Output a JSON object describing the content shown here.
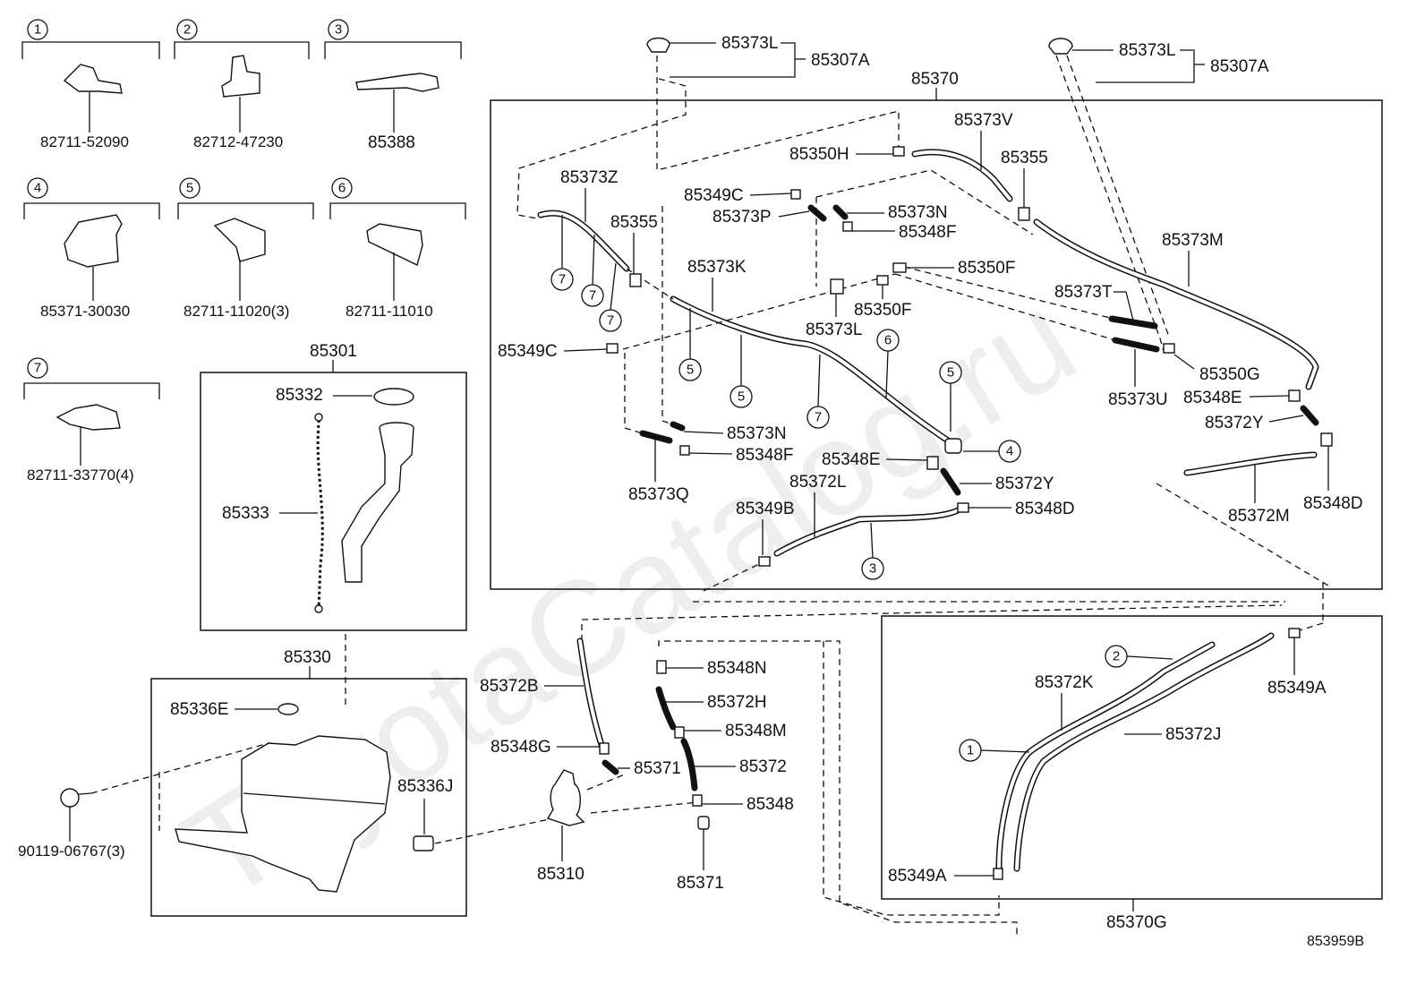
{
  "watermark": "ToyotaCatalog.ru",
  "figure_code": "853959B",
  "legend": [
    {
      "num": "1",
      "part": "82711-52090"
    },
    {
      "num": "2",
      "part": "82712-47230"
    },
    {
      "num": "3",
      "part": "85388"
    },
    {
      "num": "4",
      "part": "85371-30030"
    },
    {
      "num": "5",
      "part": "82711-11020(3)"
    },
    {
      "num": "6",
      "part": "82711-11010"
    },
    {
      "num": "7",
      "part": "82711-33770(4)"
    }
  ],
  "labels": {
    "l85373L_a": "85373L",
    "l85307A_a": "85307A",
    "l85373L_b": "85373L",
    "l85307A_b": "85307A",
    "l85370": "85370",
    "l85373V": "85373V",
    "l85350H": "85350H",
    "l85355_a": "85355",
    "l85373Z": "85373Z",
    "l85355_b": "85355",
    "l85349C_a": "85349C",
    "l85373P": "85373P",
    "l85373N_a": "85373N",
    "l85348F_a": "85348F",
    "l85373M": "85373M",
    "l85373K": "85373K",
    "l85350F_a": "85350F",
    "l85350F_b": "85350F",
    "l85373T": "85373T",
    "l85373L_c": "85373L",
    "l85349C_b": "85349C",
    "l85350G": "85350G",
    "l85373U": "85373U",
    "l85348E_a": "85348E",
    "l85372Y_a": "85372Y",
    "l85373N_b": "85373N",
    "l85348F_b": "85348F",
    "l85348E_b": "85348E",
    "l85373Q": "85373Q",
    "l85372Y_b": "85372Y",
    "l85372L": "85372L",
    "l85349B": "85349B",
    "l85348D_a": "85348D",
    "l85372M": "85372M",
    "l85348D_b": "85348D",
    "l85301": "85301",
    "l85332": "85332",
    "l85333": "85333",
    "l85330": "85330",
    "l85336E": "85336E",
    "l85336J": "85336J",
    "l90119": "90119-06767(3)",
    "l85372B": "85372B",
    "l85348N": "85348N",
    "l85372H": "85372H",
    "l85348M": "85348M",
    "l85348G": "85348G",
    "l85371_a": "85371",
    "l85372": "85372",
    "l85348": "85348",
    "l85310": "85310",
    "l85371_b": "85371",
    "l85372K": "85372K",
    "l85349A_a": "85349A",
    "l85372J": "85372J",
    "l85349A_b": "85349A",
    "l85370G": "85370G"
  },
  "clip_callouts": [
    "7",
    "7",
    "7",
    "5",
    "5",
    "7",
    "6",
    "5",
    "4",
    "3",
    "2",
    "1"
  ]
}
